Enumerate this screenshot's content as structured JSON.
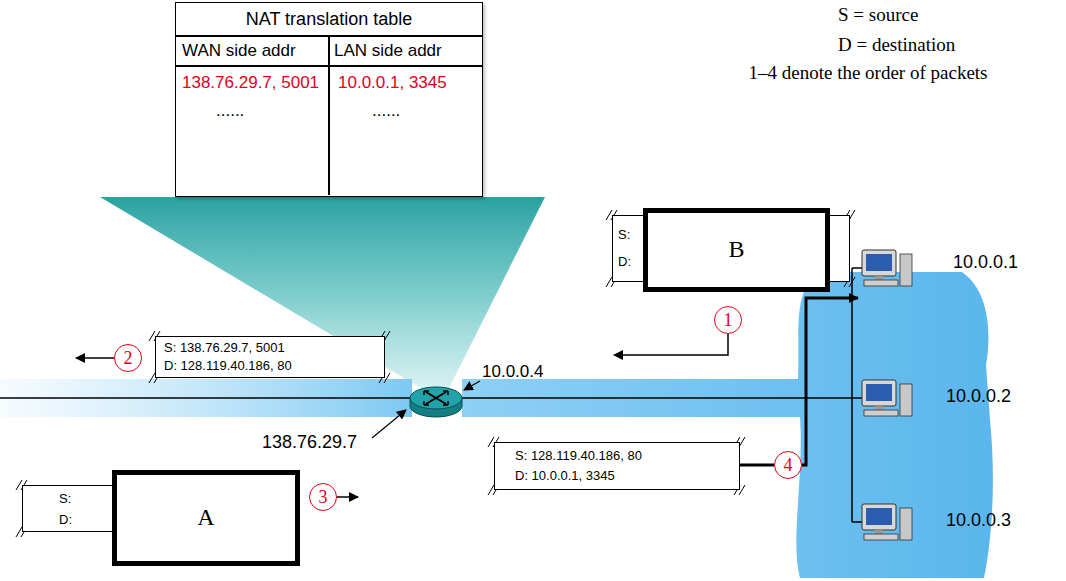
{
  "diagram": {
    "nodes": [
      {
        "text": [
          "NAT translation table",
          "WAN side addr",
          "LAN side addr",
          "138.76.29.7, 5001",
          "10.0.0.1, 3345",
          "......",
          "......"
        ]
      },
      {
        "text": [
          "S:",
          "D:"
        ]
      },
      {
        "text": [
          "B"
        ]
      },
      {
        "text": [
          "1"
        ]
      },
      {
        "text": [
          "S: 138.76.29.7, 5001",
          "D: 128.119.40.186, 80"
        ]
      },
      {
        "text": [
          "2"
        ]
      },
      {
        "text": [
          "S:",
          "D:"
        ]
      },
      {
        "text": [
          "A"
        ]
      },
      {
        "text": [
          "3"
        ]
      },
      {
        "text": [
          "S: 128.119.40.186, 80",
          "D: 10.0.0.1, 3345"
        ]
      },
      {
        "text": [
          "4"
        ]
      }
    ],
    "edges": [
      {
        "from": 9,
        "to": 10,
        "arrow": "none"
      }
    ],
    "labels": [
      "S = source",
      "D = destination",
      "1–4 denote the order of packets",
      "10.0.0.1",
      "10.0.0.4",
      "10.0.0.2",
      "138.76.29.7",
      "10.0.0.3"
    ]
  }
}
